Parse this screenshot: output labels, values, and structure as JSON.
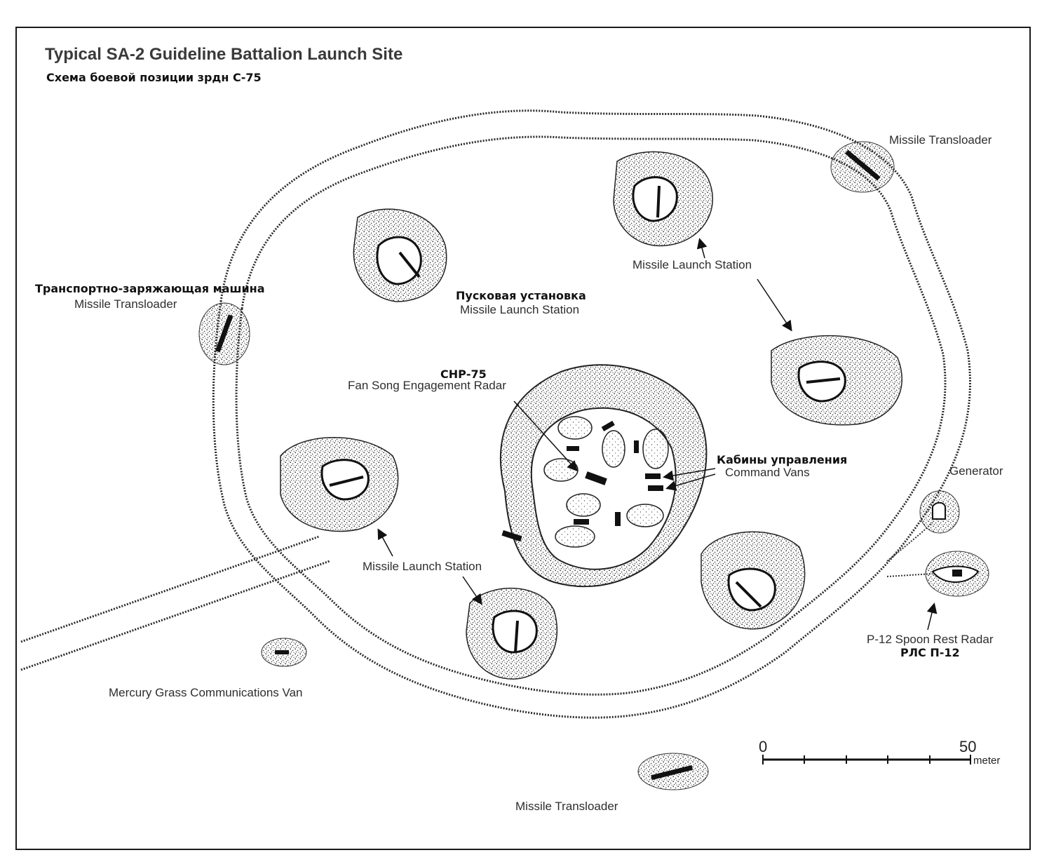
{
  "title": "Typical SA-2 Guideline Battalion Launch Site",
  "subtitle_ru": "Схема боевой позиции зрдн С-75",
  "labels": {
    "translo_tr_en": "Missile Transloader",
    "translo_left_ru": "Транспортно-заряжающая машина",
    "translo_left_en": "Missile Transloader",
    "translo_bottom_en": "Missile Transloader",
    "mls_top_en": "Missile Launch Station",
    "mls_mid_ru": "Пусковая установка",
    "mls_mid_en": "Missile Launch Station",
    "mls_bottom_en": "Missile Launch Station",
    "radar_ru": "СНР-75",
    "radar_en": "Fan Song Engagement Radar",
    "vans_ru": "Кабины управления",
    "vans_en": "Command Vans",
    "generator_en": "Generator",
    "p12_en": "P-12 Spoon Rest Radar",
    "p12_ru": "РЛС П-12",
    "mercury_en": "Mercury Grass Communications Van"
  },
  "scale": {
    "start": "0",
    "end": "50",
    "unit": "meter"
  },
  "colors": {
    "ink": "#111111",
    "paper": "#ffffff",
    "stipple": "#3c3c3c"
  }
}
